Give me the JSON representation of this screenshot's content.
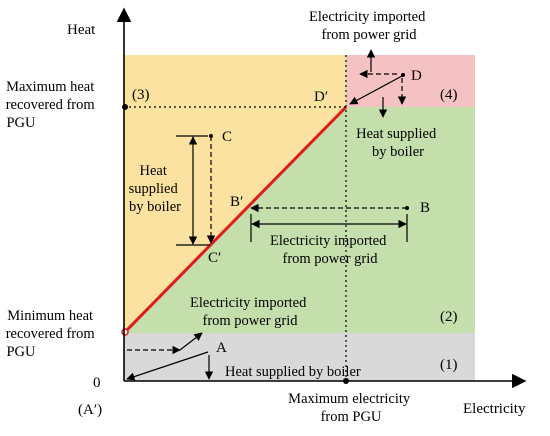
{
  "axes": {
    "y_label": "Heat",
    "x_label": "Electricity",
    "origin_value": "0",
    "origin_point": "(A′)",
    "max_electricity_label": [
      "Maximum electricity",
      "from PGU"
    ],
    "max_heat_label": [
      "Maximum heat",
      "recovered from",
      "PGU"
    ],
    "min_heat_label": [
      "Minimum heat",
      "recovered from",
      "PGU"
    ]
  },
  "regions": {
    "r1": {
      "id": "(1)",
      "color": "#d9d9d9"
    },
    "r2": {
      "id": "(2)",
      "color": "#c5dfac"
    },
    "r3": {
      "id": "(3)",
      "color": "#fbe2a0"
    },
    "r4": {
      "id": "(4)",
      "color": "#f4c2c2"
    }
  },
  "points": {
    "A": "A",
    "B": "B",
    "B_prime": "B′",
    "C": "C",
    "C_prime": "C′",
    "D": "D",
    "D_prime": "D′"
  },
  "annotations": {
    "heat_boiler_bottom": "Heat supplied by boiler",
    "elec_grid_region2": [
      "Electricity imported",
      "from power grid"
    ],
    "elec_grid_B": [
      "Electricity imported",
      "from power grid"
    ],
    "heat_boiler_C": [
      "Heat",
      "supplied",
      "by boiler"
    ],
    "elec_grid_top": [
      "Electricity imported",
      "from power grid"
    ],
    "heat_boiler_D": [
      "Heat supplied",
      "by boiler"
    ]
  },
  "colors": {
    "operating_line": "#e01b1b",
    "axis": "#000000"
  }
}
